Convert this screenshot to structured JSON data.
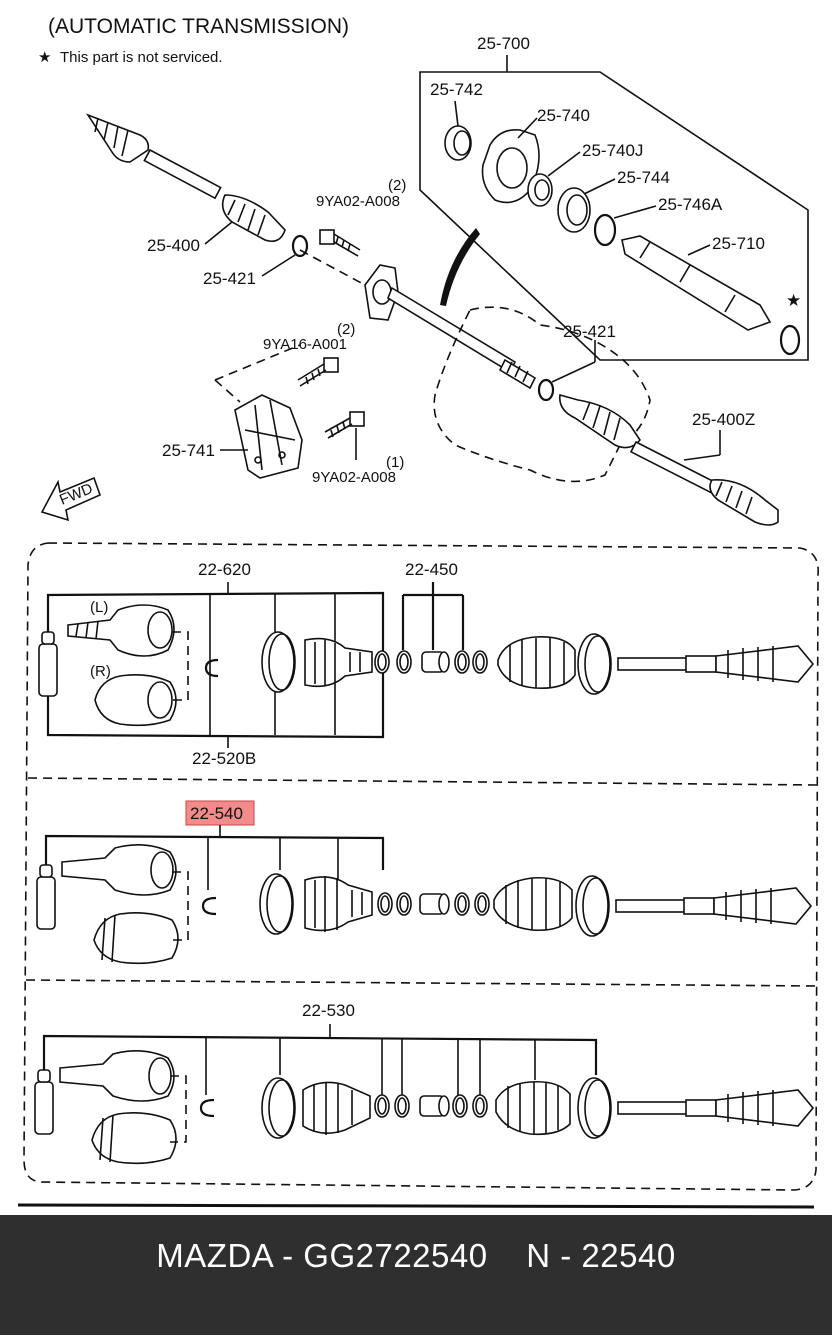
{
  "diagram": {
    "title": "(AUTOMATIC TRANSMISSION)",
    "note_symbol": "★",
    "note_text": "This part is not serviced.",
    "fwd_label": "FWD",
    "highlight_color": "#f28b8b",
    "labels": {
      "p25_700": "25-700",
      "p25_742": "25-742",
      "p25_740": "25-740",
      "p25_740j": "25-740J",
      "p25_744": "25-744",
      "p25_746a": "25-746A",
      "p25_710": "25-710",
      "star": "★",
      "p9ya02_top_qty": "(2)",
      "p9ya02_top": "9YA02-A008",
      "p25_400": "25-400",
      "p25_421_left": "25-421",
      "p25_421_right": "25-421",
      "p9ya16_qty": "(2)",
      "p9ya16": "9YA16-A001",
      "p25_741": "25-741",
      "p9ya02_bot_qty": "(1)",
      "p9ya02_bot": "9YA02-A008",
      "p25_400z": "25-400Z",
      "p22_620": "22-620",
      "p22_450": "22-450",
      "side_l": "(L)",
      "side_r": "(R)",
      "p22_520b": "22-520B",
      "p22_540": "22-540",
      "p22_530": "22-530"
    }
  },
  "footer": {
    "text": "MAZDA - GG2722540    N - 22540"
  }
}
